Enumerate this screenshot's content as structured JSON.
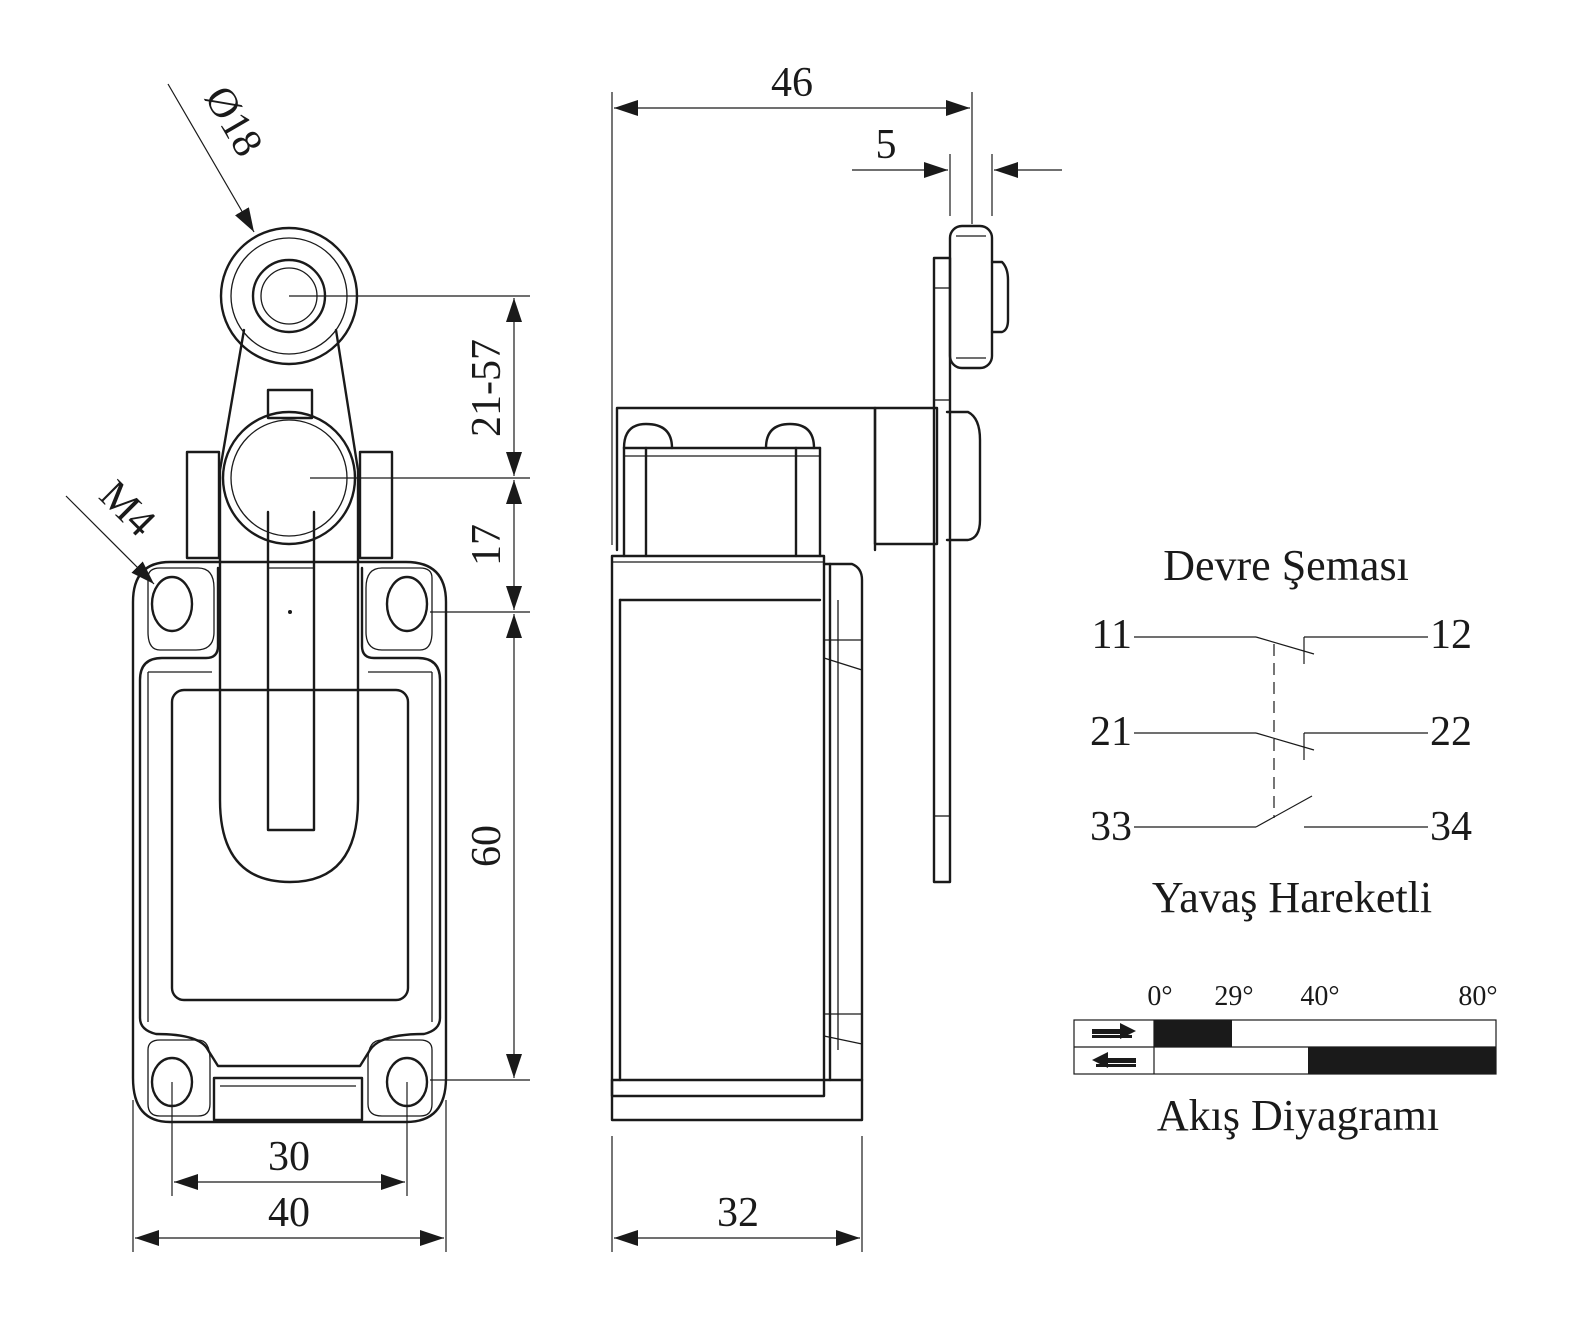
{
  "dimensions": {
    "roller_diameter": "Ø18",
    "mount_thread": "M4",
    "lever_length": "21-57",
    "roller_to_mount": "17",
    "mount_spacing_vertical": "60",
    "mount_spacing_horizontal": "30",
    "body_width": "40",
    "total_depth": "46",
    "roller_width": "5",
    "body_depth": "32"
  },
  "circuit": {
    "title": "Devre Şeması",
    "subtitle": "Yavaş Hareketli",
    "terminals": [
      "11",
      "12",
      "21",
      "22",
      "33",
      "34"
    ]
  },
  "flow_diagram": {
    "title": "Akış Diyagramı",
    "degrees": [
      "0°",
      "29°",
      "40°",
      "80°"
    ]
  }
}
